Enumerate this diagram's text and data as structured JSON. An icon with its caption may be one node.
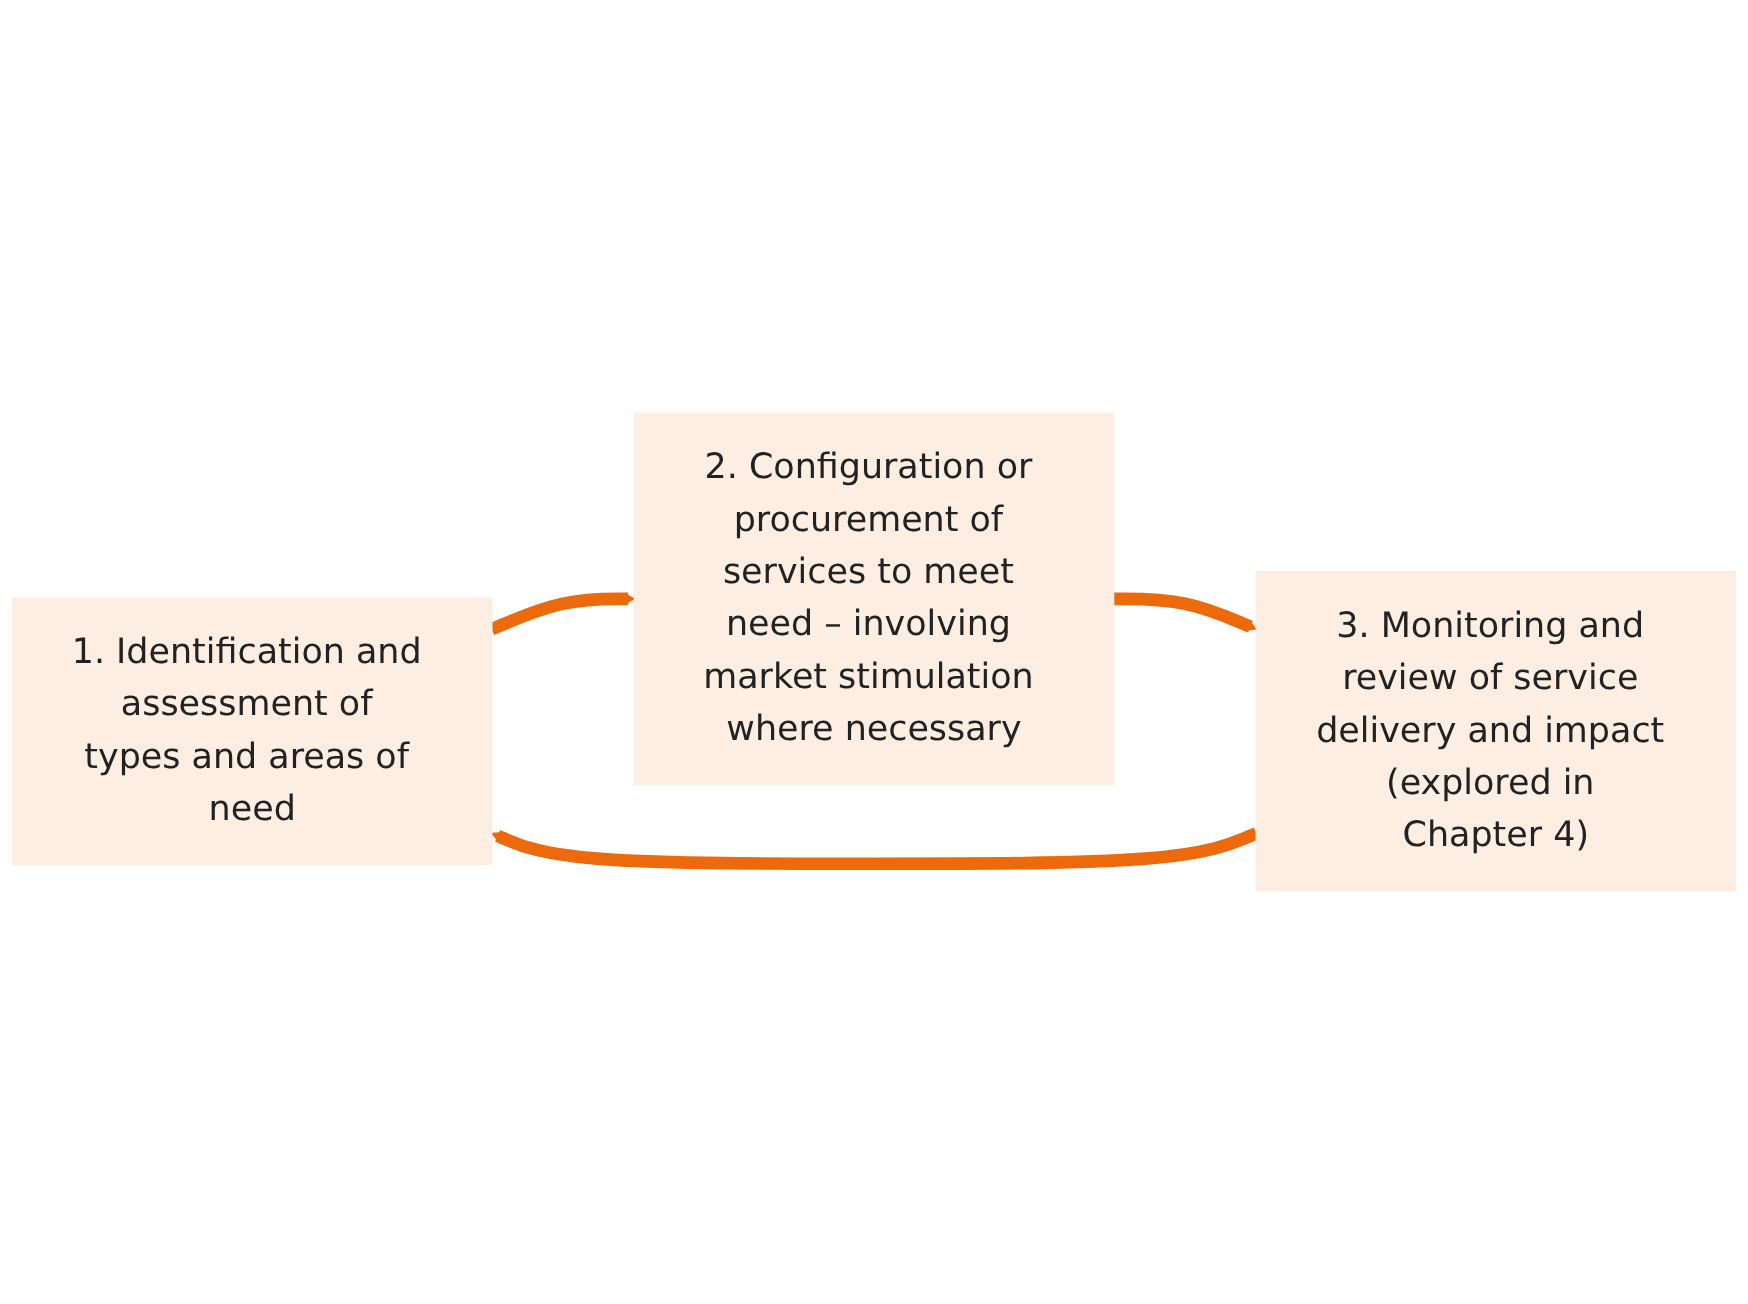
{
  "diagram": {
    "nodes": [
      {
        "text": [
          "1. Identification and assessment of types and areas of need"
        ]
      },
      {
        "text": [
          "2. Configuration or procurement of services to meet need – involving market stimulation where necessary"
        ]
      },
      {
        "text": [
          "3. Monitoring and review of service delivery and impact (explored in Chapter 4)"
        ]
      }
    ],
    "edges": [
      {
        "from": 0,
        "to": 1,
        "arrow": "to"
      },
      {
        "from": 1,
        "to": 2,
        "arrow": "to"
      },
      {
        "from": 2,
        "to": 0,
        "arrow": "to"
      }
    ]
  }
}
